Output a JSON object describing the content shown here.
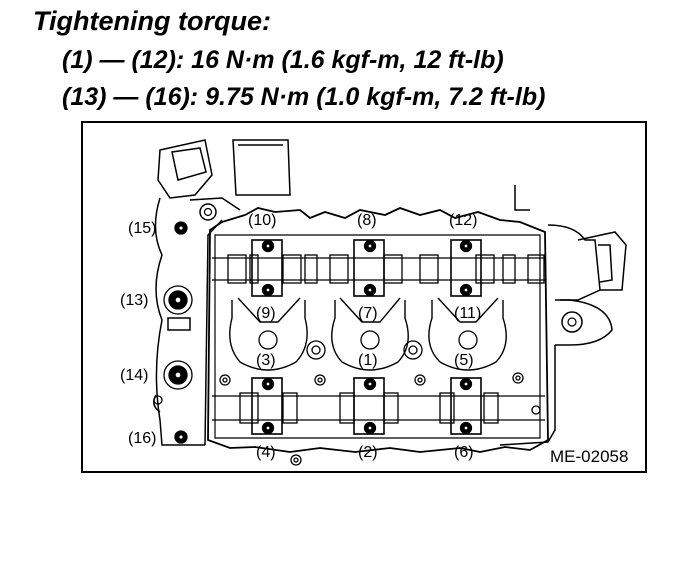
{
  "torque_spec": {
    "title": "Tightening torque:",
    "line_1": "(1) — (12): 16 N·m (1.6 kgf-m, 12 ft-lb)",
    "line_2": "(13) — (16): 9.75 N·m (1.0 kgf-m, 7.2 ft-lb)"
  },
  "diagram": {
    "figure_code": "ME-02058",
    "bolt_labels": {
      "b1": "(1)",
      "b2": "(2)",
      "b3": "(3)",
      "b4": "(4)",
      "b5": "(5)",
      "b6": "(6)",
      "b7": "(7)",
      "b8": "(8)",
      "b9": "(9)",
      "b10": "(10)",
      "b11": "(11)",
      "b12": "(12)",
      "b13": "(13)",
      "b14": "(14)",
      "b15": "(15)",
      "b16": "(16)"
    }
  }
}
